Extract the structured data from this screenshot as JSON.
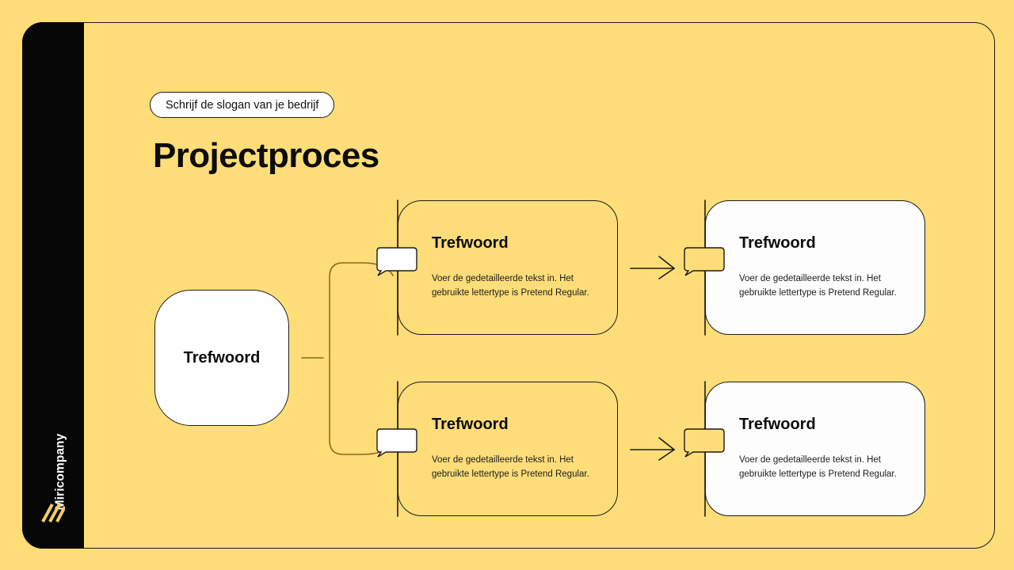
{
  "theme": {
    "background": "#FFDD78",
    "sidebar_background": "#070707",
    "ink": "#1b1b1b",
    "card_fill": "#FDFDFD",
    "connector": "#8a6b1f",
    "logo_color": "#F5CE62"
  },
  "sidebar": {
    "brand": "Miricompany",
    "logo_icon": "diagonal-stripes-logo"
  },
  "header": {
    "slogan": "Schrijf de slogan van je bedrijf",
    "title": "Projectproces"
  },
  "diagram": {
    "root": {
      "label": "Trefwoord"
    },
    "cards": [
      {
        "id": "card-a1",
        "title": "Trefwoord",
        "body": "Voer de gedetailleerde tekst in. Het gebruikte lettertype is Pretend Regular.",
        "style": "outline",
        "badge_fill": "#FFFFFF"
      },
      {
        "id": "card-a2",
        "title": "Trefwoord",
        "body": "Voer de gedetailleerde tekst in. Het gebruikte lettertype is Pretend Regular.",
        "style": "filled",
        "badge_fill": "#FFDD78"
      },
      {
        "id": "card-b1",
        "title": "Trefwoord",
        "body": "Voer de gedetailleerde tekst in. Het gebruikte lettertype is Pretend Regular.",
        "style": "outline",
        "badge_fill": "#FFFFFF"
      },
      {
        "id": "card-b2",
        "title": "Trefwoord",
        "body": "Voer de gedetailleerde tekst in. Het gebruikte lettertype is Pretend Regular.",
        "style": "filled",
        "badge_fill": "#FFDD78"
      }
    ],
    "connectors": [
      {
        "name": "root-stub",
        "type": "line"
      },
      {
        "name": "split-bracket",
        "type": "bracket"
      },
      {
        "name": "arrow-top",
        "type": "arrow"
      },
      {
        "name": "arrow-bottom",
        "type": "arrow"
      }
    ]
  }
}
